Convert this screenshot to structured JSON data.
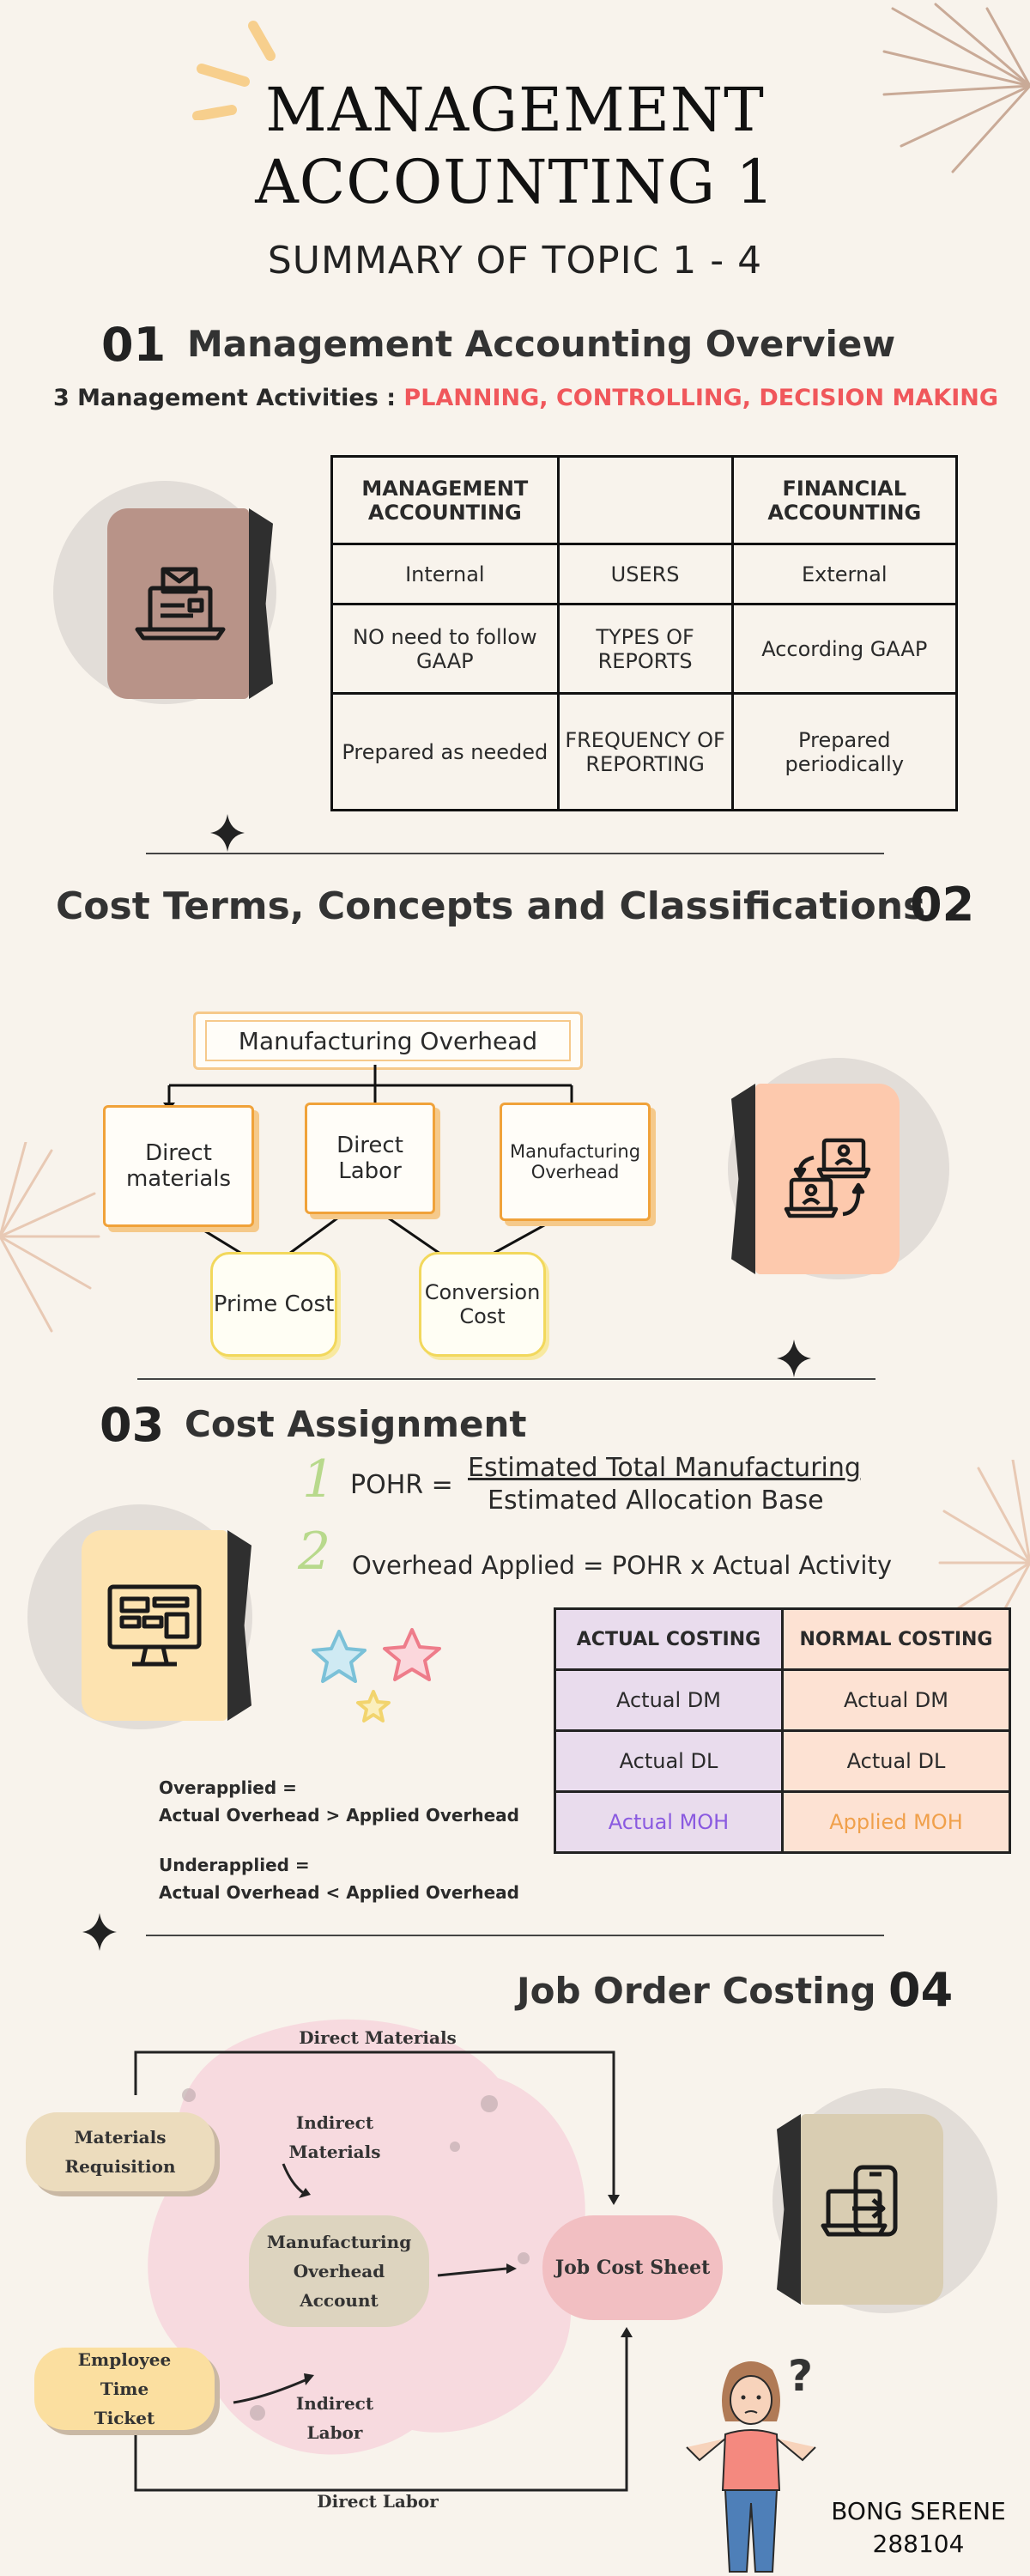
{
  "header": {
    "title_line1": "MANAGEMENT",
    "title_line2": "ACCOUNTING 1",
    "subtitle": "SUMMARY OF TOPIC 1 - 4"
  },
  "section1": {
    "number": "01",
    "heading": "Management Accounting Overview",
    "activities_label": "3 Management Activities :",
    "activities_value": "PLANNING, CONTROLLING, DECISION MAKING",
    "table": {
      "header": [
        "MANAGEMENT ACCOUNTING",
        "",
        "FINANCIAL ACCOUNTING"
      ],
      "rows": [
        [
          "Internal",
          "USERS",
          "External"
        ],
        [
          "NO need to follow GAAP",
          "TYPES OF REPORTS",
          "According GAAP"
        ],
        [
          "Prepared as needed",
          "FREQUENCY OF REPORTING",
          "Prepared periodically"
        ]
      ]
    }
  },
  "section2": {
    "number": "02",
    "heading": "Cost Terms, Concepts and Classifications",
    "diagram": {
      "top": "Manufacturing Overhead",
      "mid": [
        "Direct materials",
        "Direct Labor",
        "Manufacturing Overhead"
      ],
      "bottom": [
        "Prime Cost",
        "Conversion Cost"
      ]
    }
  },
  "section3": {
    "number": "03",
    "heading": "Cost Assignment",
    "formula1_num": "1",
    "formula1_lhs": "POHR =",
    "formula1_numerator": "Estimated Total Manufacturing",
    "formula1_denominator": "Estimated Allocation Base",
    "formula2_num": "2",
    "formula2": "Overhead Applied = POHR x Actual Activity",
    "overapplied_title": "Overapplied =",
    "overapplied_text": "Actual Overhead > Applied Overhead",
    "underapplied_title": "Underapplied =",
    "underapplied_text": "Actual Overhead < Applied Overhead",
    "table": {
      "headers": [
        "ACTUAL COSTING",
        "NORMAL COSTING"
      ],
      "rows": [
        [
          "Actual DM",
          "Actual DM"
        ],
        [
          "Actual DL",
          "Actual DL"
        ],
        [
          "Actual MOH",
          "Applied MOH"
        ]
      ]
    }
  },
  "section4": {
    "number": "04",
    "heading": "Job Order Costing",
    "flow": {
      "direct_materials": "Direct Materials",
      "materials_requisition": "Materials Requisition",
      "indirect_materials": "Indirect Materials",
      "manufacturing_overhead_account": "Manufacturing Overhead Account",
      "job_cost_sheet": "Job Cost Sheet",
      "employee_time_ticket": "Employee Time Ticket",
      "indirect_labor": "Indirect Labor",
      "direct_labor": "Direct Labor"
    }
  },
  "footer": {
    "question_mark": "?",
    "author_name": "BONG SERENE",
    "author_id": "288104"
  },
  "colors": {
    "accent_red": "#f0575b",
    "card_brown": "#b89388",
    "card_peach": "#fdc9ad",
    "card_yellow": "#fde3b0",
    "card_beige": "#d9cdb2",
    "actual_purple": "#e9dced",
    "normal_peach": "#fde2d3",
    "actual_moh_text": "#8a5ae0",
    "applied_moh_text": "#f0a04b"
  }
}
